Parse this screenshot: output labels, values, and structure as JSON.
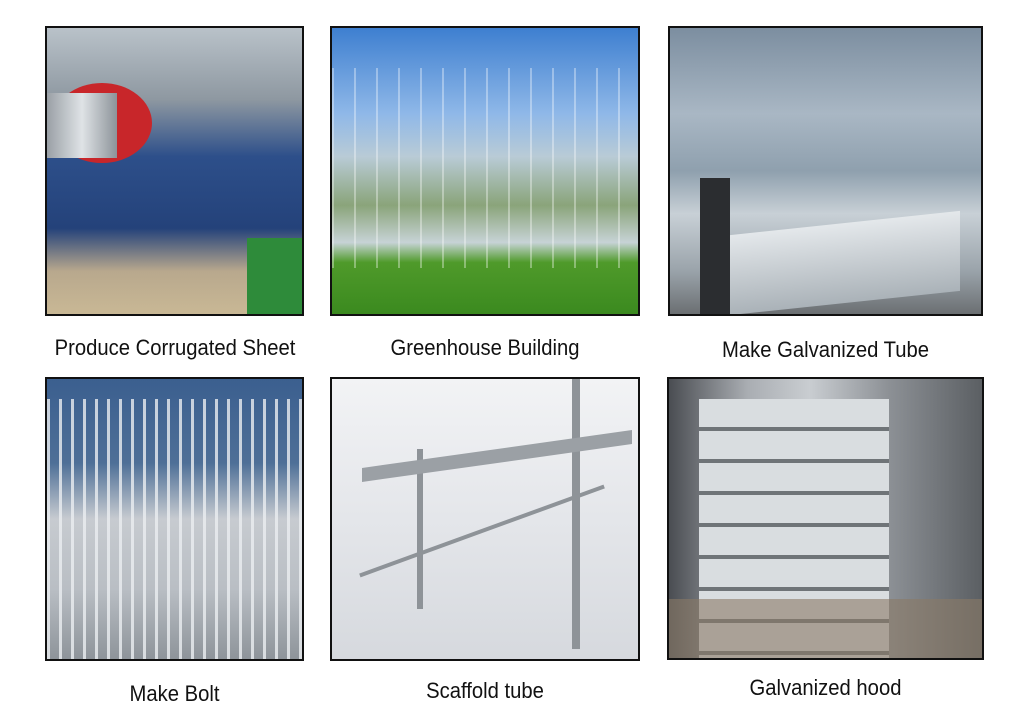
{
  "items": [
    {
      "caption": "Produce Corrugated Sheet"
    },
    {
      "caption": "Greenhouse Building"
    },
    {
      "caption": "Make Galvanized Tube"
    },
    {
      "caption": "Make Bolt"
    },
    {
      "caption": "Scaffold tube"
    },
    {
      "caption": "Galvanized hood"
    }
  ]
}
